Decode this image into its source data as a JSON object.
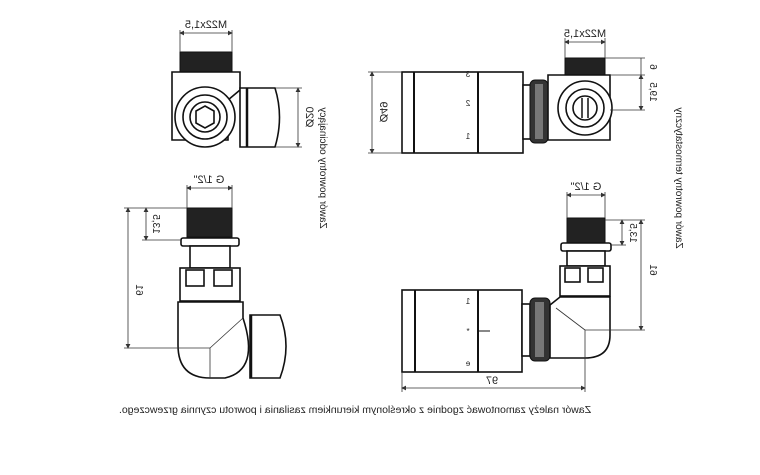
{
  "views": {
    "top_left": {
      "thread_label": "M22x1,5",
      "diameter_label": "Ø20"
    },
    "top_right": {
      "thread_label": "M22x1,5",
      "dim_6": "6",
      "dim_19_5": "19,5",
      "diameter_label": "Ø49",
      "scale_marks": [
        "1",
        "2",
        "3"
      ]
    },
    "bottom_left": {
      "thread_label": "G 1/2\"",
      "dim_13_5": "13,5",
      "dim_61": "61"
    },
    "bottom_right": {
      "thread_label": "G 1/2\"",
      "dim_13_5": "13,5",
      "dim_61": "61",
      "dim_97": "97",
      "scale_marks": [
        "1",
        "*",
        "e"
      ]
    }
  },
  "labels": {
    "left_valve": "Zawór powrotny odcinający",
    "right_valve": "Zawór powrotny termostatyczny"
  },
  "caption": "Zawór należy zamontować zgodnie z określonym kierunkiem zasilania i powrotu czynnia grzewczego."
}
